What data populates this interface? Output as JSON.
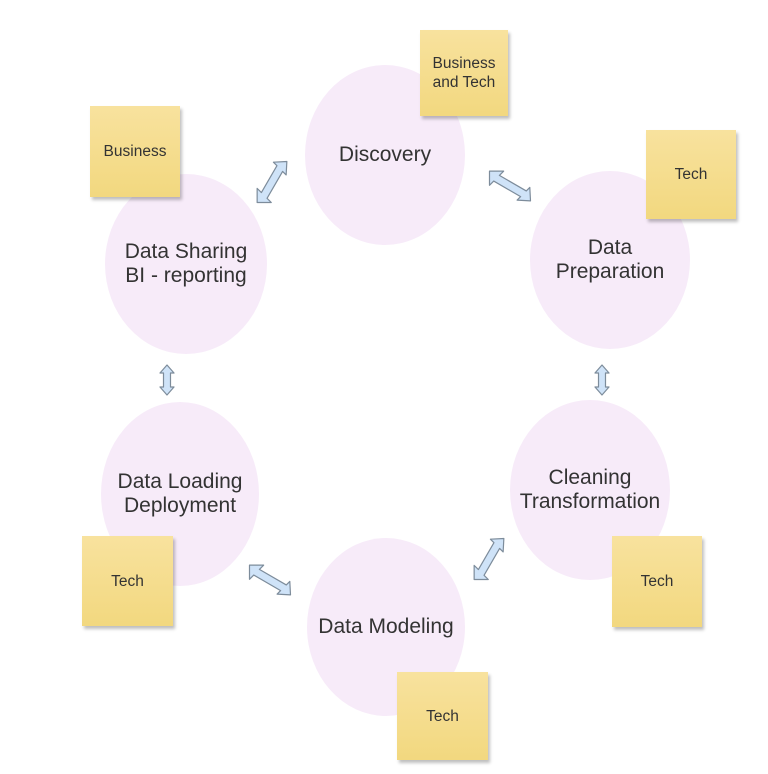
{
  "colors": {
    "ellipse_fill": "#f7ebf9",
    "note_fill_top": "#f8e29e",
    "note_fill_bottom": "#f2d87f",
    "arrow_fill": "#cfe3f8",
    "arrow_stroke": "#7d8c9b",
    "text_color": "#333333"
  },
  "nodes": [
    {
      "id": "discovery",
      "label": "Discovery"
    },
    {
      "id": "data-preparation",
      "label": "Data\nPreparation"
    },
    {
      "id": "cleaning-transformation",
      "label": "Cleaning\nTransformation"
    },
    {
      "id": "data-modeling",
      "label": "Data Modeling"
    },
    {
      "id": "data-loading-deployment",
      "label": "Data Loading\nDeployment"
    },
    {
      "id": "data-sharing-bi-reporting",
      "label": "Data Sharing\nBI - reporting"
    }
  ],
  "notes": [
    {
      "id": "note-discovery",
      "label": "Business\nand Tech"
    },
    {
      "id": "note-preparation",
      "label": "Tech"
    },
    {
      "id": "note-cleaning",
      "label": "Tech"
    },
    {
      "id": "note-modeling",
      "label": "Tech"
    },
    {
      "id": "note-loading",
      "label": "Tech"
    },
    {
      "id": "note-sharing",
      "label": "Business"
    }
  ],
  "connectors": [
    {
      "id": "arrow-sharing-discovery",
      "type": "double-arrow",
      "between": [
        "data-sharing-bi-reporting",
        "discovery"
      ],
      "orientation": "diagonal-ne-sw"
    },
    {
      "id": "arrow-discovery-preparation",
      "type": "double-arrow",
      "between": [
        "discovery",
        "data-preparation"
      ],
      "orientation": "diagonal-nw-se"
    },
    {
      "id": "arrow-preparation-cleaning",
      "type": "double-arrow",
      "between": [
        "data-preparation",
        "cleaning-transformation"
      ],
      "orientation": "vertical"
    },
    {
      "id": "arrow-sharing-loading",
      "type": "double-arrow",
      "between": [
        "data-sharing-bi-reporting",
        "data-loading-deployment"
      ],
      "orientation": "vertical"
    },
    {
      "id": "arrow-loading-modeling",
      "type": "double-arrow",
      "between": [
        "data-loading-deployment",
        "data-modeling"
      ],
      "orientation": "diagonal-nw-se"
    },
    {
      "id": "arrow-modeling-cleaning",
      "type": "double-arrow",
      "between": [
        "data-modeling",
        "cleaning-transformation"
      ],
      "orientation": "diagonal-ne-sw"
    }
  ]
}
